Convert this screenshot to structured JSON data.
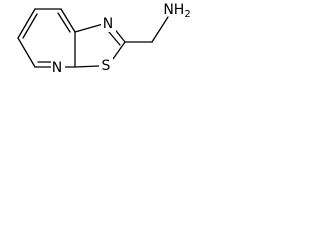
{
  "molecule": {
    "atoms": {
      "n_thiazole": "N",
      "s_thiazole": "S",
      "n_pyridine": "N",
      "amine": "NH2"
    }
  }
}
